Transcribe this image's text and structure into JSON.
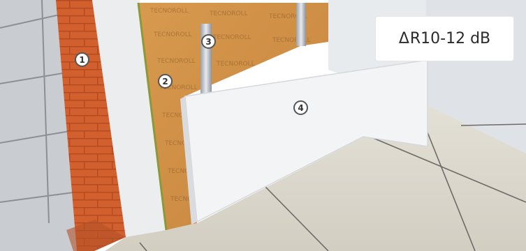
{
  "rating": {
    "prefix": "Δ",
    "value": "R10-12 dB"
  },
  "markers": [
    "1",
    "2",
    "3",
    "4"
  ],
  "board_print": "TECNOROLL"
}
